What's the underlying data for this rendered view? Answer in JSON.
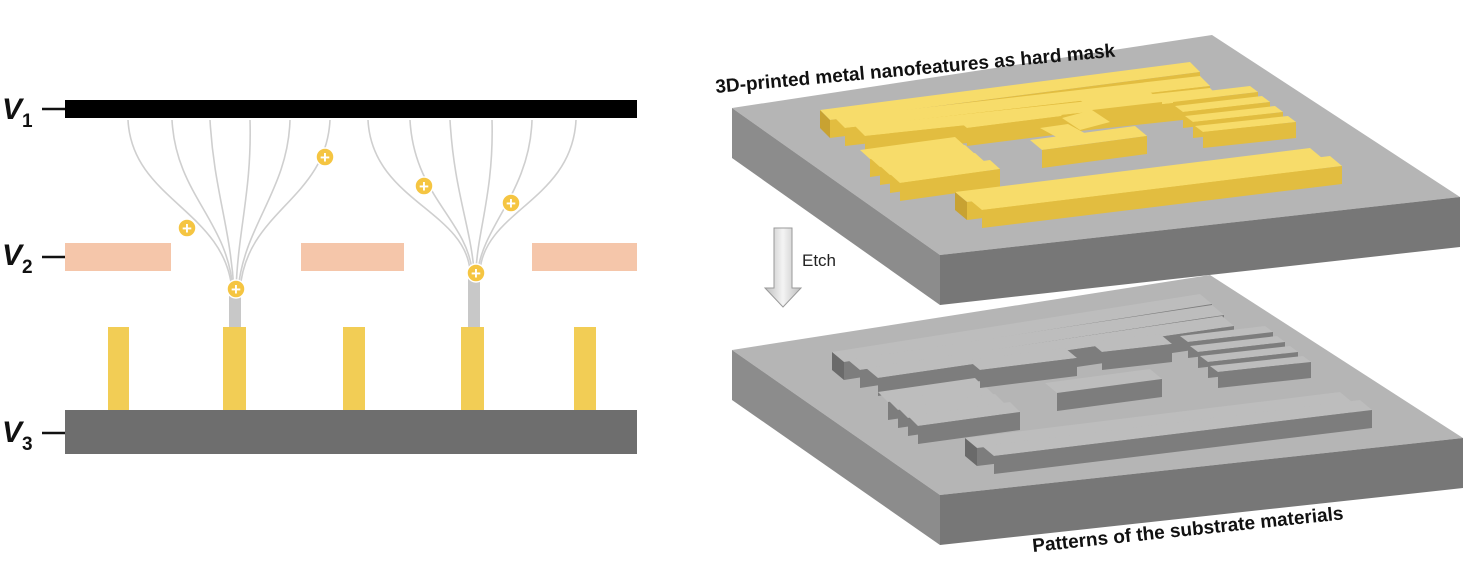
{
  "voltages": [
    {
      "main": "V",
      "sub": "1"
    },
    {
      "main": "V",
      "sub": "2"
    },
    {
      "main": "V",
      "sub": "3"
    }
  ],
  "captions": {
    "top": "3D-printed metal nanofeatures as hard mask",
    "bottom": "Patterns of the substrate materials"
  },
  "arrow_label": "Etch",
  "ion_symbol": "+",
  "colors": {
    "electrode_top": "#000000",
    "electrode_mid": "#f5c6aa",
    "substrate": "#6e6e6e",
    "gold": "#f2cd55",
    "gold_dark": "#c8a232",
    "slab_top": "#b5b5b5",
    "slab_front": "#8c8c8c",
    "slab_side": "#777777",
    "field_lines": "#cfcfcf"
  }
}
